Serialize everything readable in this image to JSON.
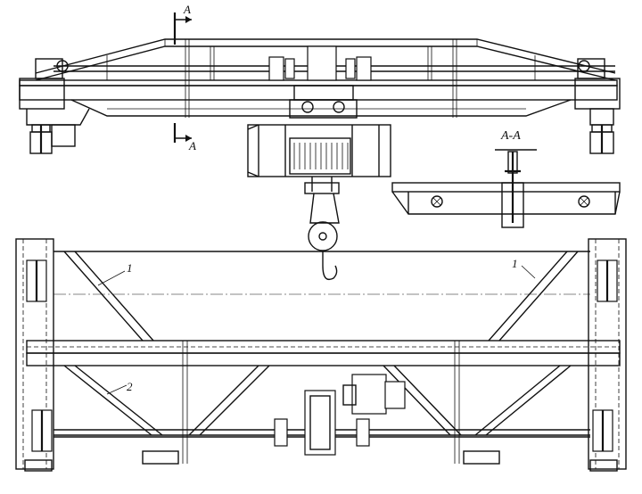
{
  "labels": {
    "section_mark_top": "A",
    "section_mark_bottom": "A",
    "section_title": "A-A",
    "callout_1_left": "1",
    "callout_1_right": "1",
    "callout_2": "2"
  }
}
